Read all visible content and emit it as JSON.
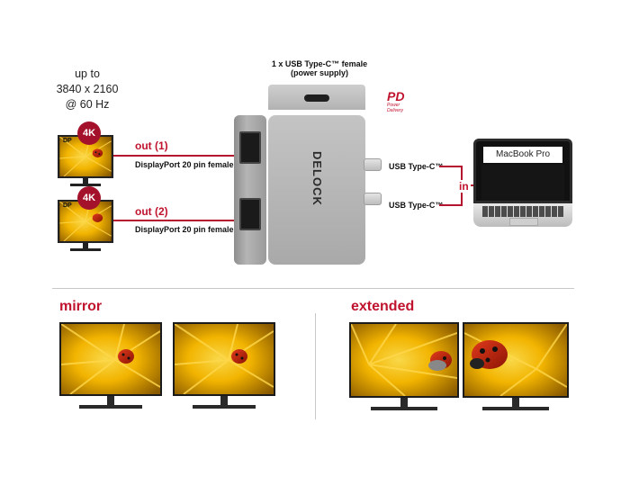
{
  "resolution": {
    "line1": "up to",
    "line2": "3840 x 2160",
    "line3": "@ 60 Hz"
  },
  "outputs": [
    {
      "badge": "4K",
      "dp_tag": "DP",
      "out_label": "out (1)",
      "port_label": "DisplayPort 20 pin female"
    },
    {
      "badge": "4K",
      "dp_tag": "DP",
      "out_label": "out (2)",
      "port_label": "DisplayPort 20 pin female"
    }
  ],
  "power": {
    "line1": "1 x USB Type-C™ female",
    "line2": "(power supply)",
    "pd_logo": "PD",
    "pd_sub1": "Power",
    "pd_sub2": "Delivery"
  },
  "adapter": {
    "brand": "DELOCK"
  },
  "inputs": {
    "usb1": "USB Type-C™",
    "usb2": "USB Type-C™",
    "in_label": "in"
  },
  "laptop": {
    "label": "MacBook Pro"
  },
  "modes": {
    "mirror": "mirror",
    "extended": "extended"
  },
  "colors": {
    "accent": "#c0132e",
    "adapter": "#a9a9a9",
    "monitor": "#111111"
  },
  "icons": [
    "screen-image",
    "usb-c-port-icon",
    "displayport-icon",
    "power-delivery-logo"
  ]
}
